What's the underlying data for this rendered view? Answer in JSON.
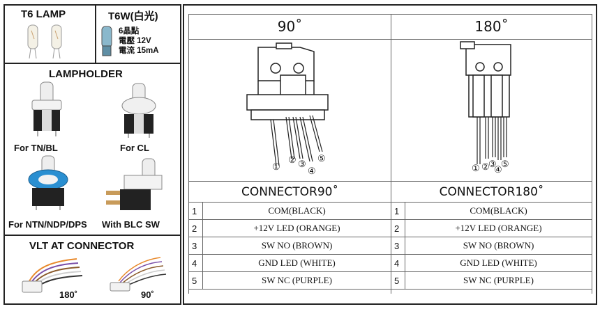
{
  "t6_lamp": {
    "title": "T6 LAMP"
  },
  "t6w": {
    "title": "T6W(白光)",
    "specs": [
      "6晶點",
      "電壓  12V",
      "電流  15mA"
    ]
  },
  "lampholder": {
    "title": "LAMPHOLDER",
    "items": [
      "For TN/BL",
      "For CL",
      "For NTN/NDP/DPS",
      "With BLC SW"
    ]
  },
  "vlt": {
    "title": "VLT AT CONNECTOR",
    "labels": [
      "180˚",
      "90˚"
    ]
  },
  "connector90": {
    "angle": "90˚",
    "title": "CONNECTOR90˚",
    "pin_markers": [
      "①",
      "②",
      "③",
      "④",
      "⑤"
    ],
    "pins": [
      {
        "num": "1",
        "desc": "COM(BLACK)"
      },
      {
        "num": "2",
        "desc": "+12V LED (ORANGE)"
      },
      {
        "num": "3",
        "desc": "SW NO (BROWN)"
      },
      {
        "num": "4",
        "desc": "GND LED (WHITE)"
      },
      {
        "num": "5",
        "desc": "SW NC (PURPLE)"
      }
    ]
  },
  "connector180": {
    "angle": "180˚",
    "title": "CONNECTOR180˚",
    "pin_markers": [
      "①",
      "②",
      "③",
      "④",
      "⑤"
    ],
    "pins": [
      {
        "num": "1",
        "desc": "COM(BLACK)"
      },
      {
        "num": "2",
        "desc": "+12V LED (ORANGE)"
      },
      {
        "num": "3",
        "desc": "SW NO (BROWN)"
      },
      {
        "num": "4",
        "desc": "GND LED (WHITE)"
      },
      {
        "num": "5",
        "desc": "SW NC (PURPLE)"
      }
    ]
  },
  "colors": {
    "border": "#222222",
    "lamp_blue": "#2a8fd1",
    "wire_orange": "#e8892b",
    "wire_purple": "#7b4fa8",
    "wire_brown": "#8a5a2b"
  }
}
